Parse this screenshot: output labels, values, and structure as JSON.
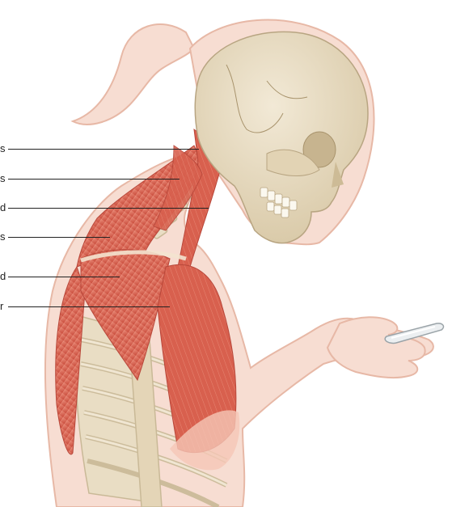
{
  "labels": [
    {
      "id": "l1",
      "text": "s"
    },
    {
      "id": "l2",
      "text": "s"
    },
    {
      "id": "l3",
      "text": "d"
    },
    {
      "id": "l4",
      "text": "s"
    },
    {
      "id": "l5",
      "text": "d"
    },
    {
      "id": "l6",
      "text": "r"
    }
  ],
  "icons": {
    "figure": "posture-anatomy-illustration",
    "phone": "smartphone-icon"
  },
  "colors": {
    "skin": "#f7ddd2",
    "skin_outline": "#e7b8a6",
    "muscle": "#d65a4a",
    "muscle_light": "#e98a77",
    "bone": "#e9ddc4",
    "bone_shadow": "#c9b997",
    "leader_line": "#222222"
  }
}
